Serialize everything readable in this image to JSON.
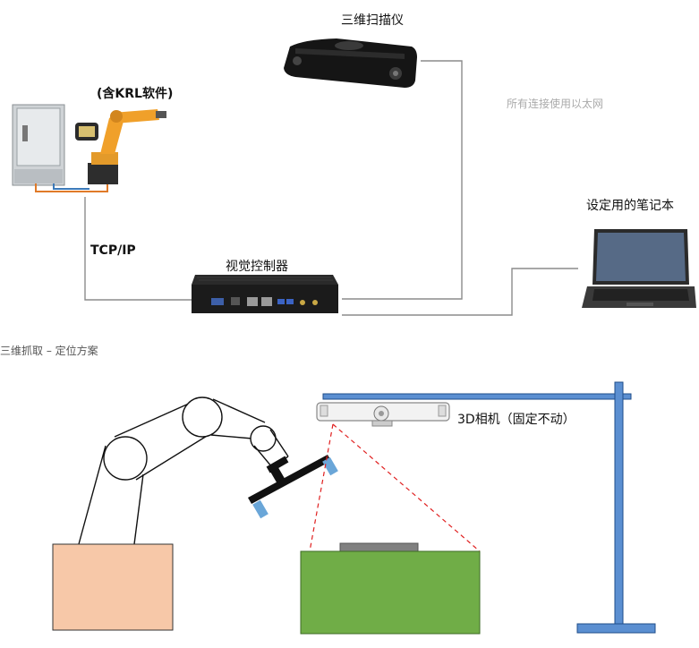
{
  "network": {
    "scanner_label": "三维扫描仪",
    "robot_label": "(含KRL软件)",
    "ethernet_note": "所有连接使用以太网",
    "laptop_label": "设定用的笔记本",
    "protocol_label": "TCP/IP",
    "controller_label": "视觉控制器"
  },
  "scene": {
    "title": "三维抓取 – 定位方案",
    "camera_label": "3D相机（固定不动）"
  },
  "colors": {
    "robot_base": "#f7c8a8",
    "work_table": "#70ad47",
    "camera_stand": "#5b8fd1",
    "laser_line": "#e02020",
    "connector_line": "#8c8c8c"
  }
}
